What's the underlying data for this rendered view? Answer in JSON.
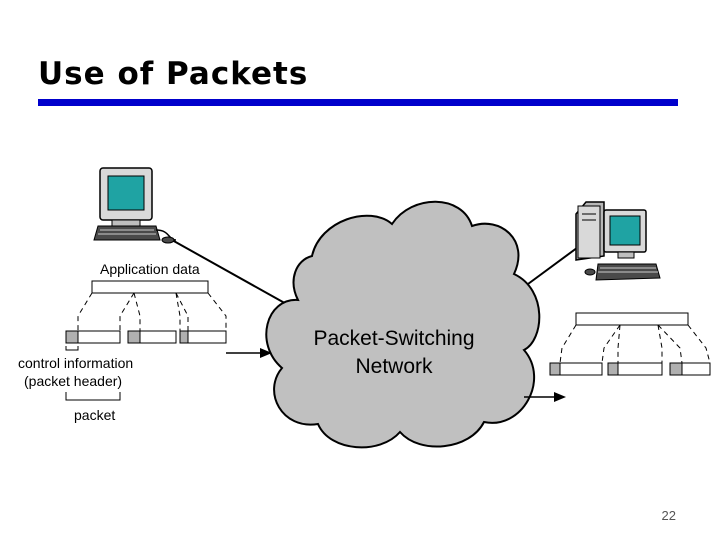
{
  "slide": {
    "title": "Use of Packets",
    "page_number": "22"
  },
  "colors": {
    "title_rule": "#0000cc",
    "cloud_fill": "#c0c0c0",
    "screen": "#1fa3a3",
    "monitor_body": "#d9d9d9",
    "packet_header": "#b0b0b0"
  },
  "diagram": {
    "application_data_label": "Application data",
    "control_information_label_line1": "control information",
    "control_information_label_line2": "(packet header)",
    "packet_label": "packet",
    "network_label_line1": "Packet-Switching",
    "network_label_line2": "Network",
    "sender_icon": "desktop-computer-icon",
    "receiver_icon": "tower-computer-icon"
  }
}
